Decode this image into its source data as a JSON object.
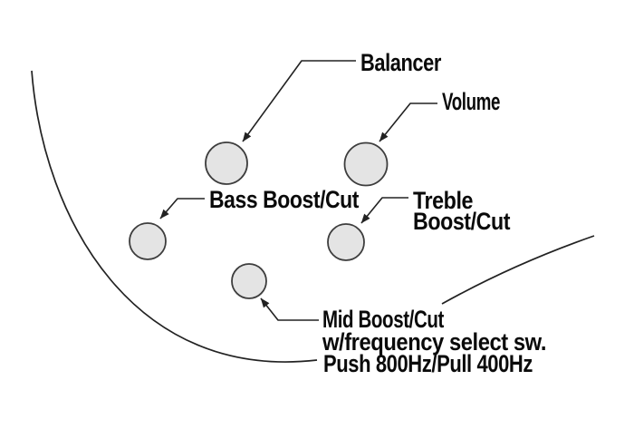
{
  "diagram": {
    "background_color": "#ffffff",
    "line_color": "#222222",
    "text_color": "#0a0a0a",
    "knob": {
      "fill": "#e4e4e4",
      "stroke": "#3d3d3d"
    },
    "callouts": {
      "balancer": {
        "label": "Balancer"
      },
      "volume": {
        "label": "Volume"
      },
      "bass": {
        "label": "Bass Boost/Cut"
      },
      "treble": {
        "line1": "Treble",
        "line2": "Boost/Cut"
      },
      "mid": {
        "line1": "Mid Boost/Cut",
        "line2": "w/frequency select sw.",
        "line3": "Push 800Hz/Pull 400Hz"
      }
    }
  }
}
